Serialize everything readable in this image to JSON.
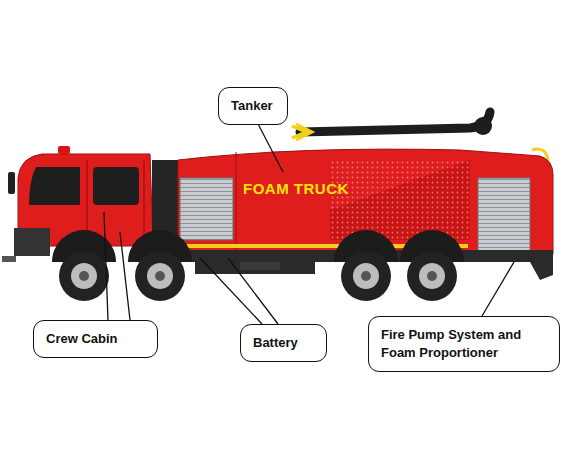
{
  "diagram": {
    "nodes": [
      {
        "text": [
          "Tanker"
        ]
      },
      {
        "text": [
          "Crew Cabin"
        ]
      },
      {
        "text": [
          "Battery"
        ]
      },
      {
        "text": [
          "Fire Pump System and Foam Proportioner"
        ]
      }
    ],
    "labels": [
      "FOAM TRUCK"
    ]
  }
}
